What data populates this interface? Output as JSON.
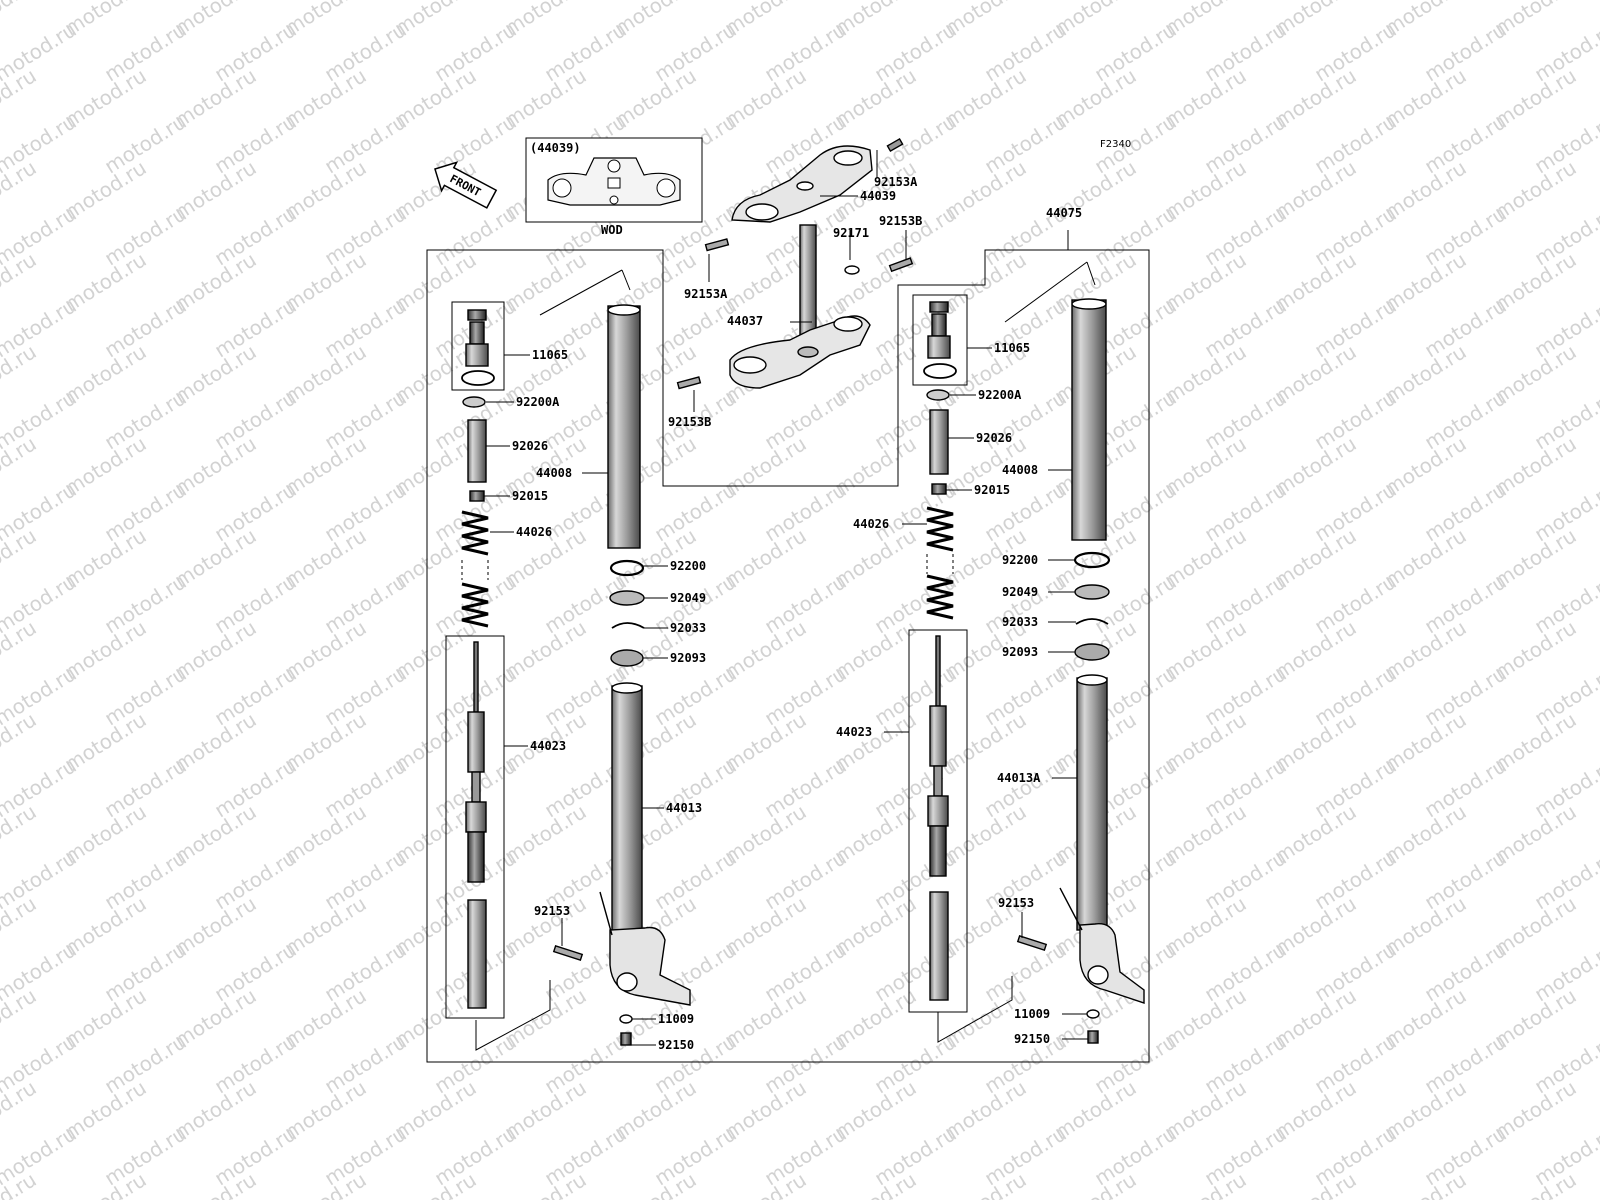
{
  "diagram_code": "F2340",
  "watermark": "motod.ru",
  "front_label": "FRONT",
  "inset": {
    "part": "(44039)",
    "note": "WOD"
  },
  "labels": {
    "p92153A_top": "92153A",
    "p44039": "44039",
    "p92153B_top": "92153B",
    "p92171": "92171",
    "p92153A_left": "92153A",
    "p44037": "44037",
    "p92153B_bottom": "92153B",
    "p44075": "44075",
    "L_11065": "11065",
    "L_92200A": "92200A",
    "L_92026": "92026",
    "L_44008": "44008",
    "L_92015": "92015",
    "L_44026": "44026",
    "L_92200": "92200",
    "L_92049": "92049",
    "L_92033": "92033",
    "L_92093": "92093",
    "L_44023": "44023",
    "L_44013": "44013",
    "L_92153": "92153",
    "L_11009": "11009",
    "L_92150": "92150",
    "R_11065": "11065",
    "R_92200A": "92200A",
    "R_92026": "92026",
    "R_44008": "44008",
    "R_92015": "92015",
    "R_44026": "44026",
    "R_92200": "92200",
    "R_92049": "92049",
    "R_92033": "92033",
    "R_92093": "92093",
    "R_44023": "44023",
    "R_44013A": "44013A",
    "R_92153": "92153",
    "R_11009": "11009",
    "R_92150": "92150"
  }
}
